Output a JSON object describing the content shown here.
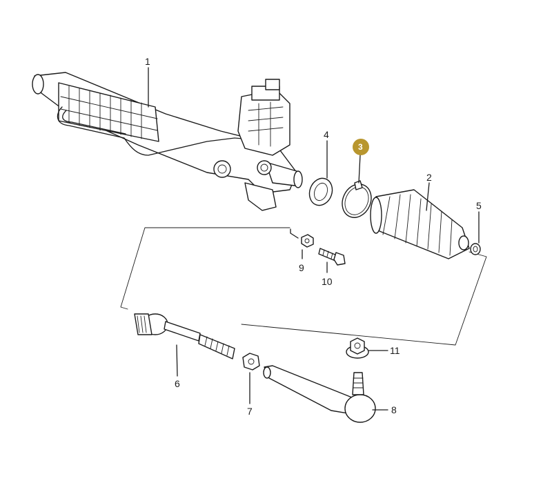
{
  "diagram": {
    "highlight_color": "#b8962e",
    "line_color": "#1a1a1a",
    "callouts": [
      {
        "id": "1",
        "label": "1"
      },
      {
        "id": "2",
        "label": "2"
      },
      {
        "id": "3",
        "label": "3",
        "highlighted": true
      },
      {
        "id": "4",
        "label": "4"
      },
      {
        "id": "5",
        "label": "5"
      },
      {
        "id": "6",
        "label": "6"
      },
      {
        "id": "7",
        "label": "7"
      },
      {
        "id": "8",
        "label": "8"
      },
      {
        "id": "9",
        "label": "9"
      },
      {
        "id": "10",
        "label": "10"
      },
      {
        "id": "11",
        "label": "11"
      }
    ]
  }
}
